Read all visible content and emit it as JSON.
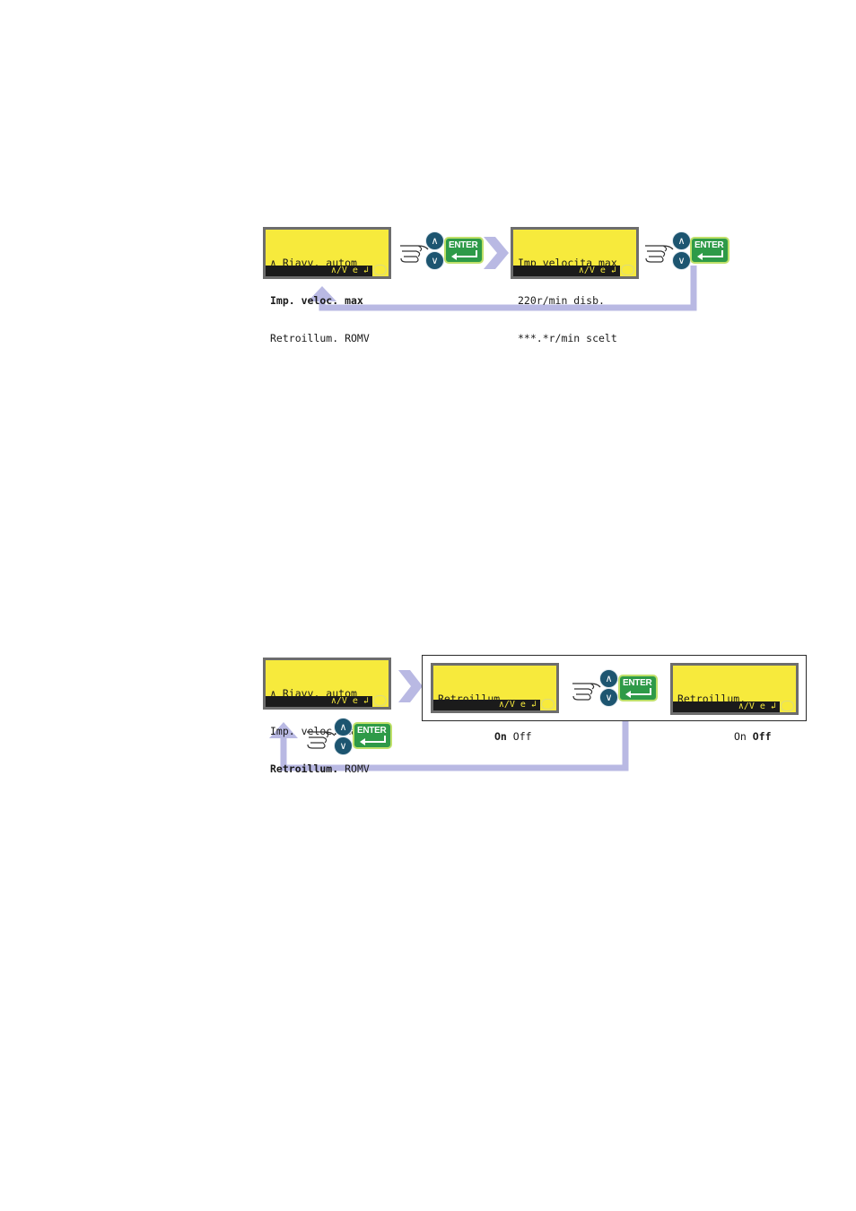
{
  "colors": {
    "lcd_background": "#f7ea3c",
    "lcd_border": "#6d6d6d",
    "arrow": "#b9b9e3",
    "nav_button": "#1d5570",
    "enter_button": "#2e9a48"
  },
  "icons": {
    "up": "up-arrow-icon",
    "down": "down-arrow-icon",
    "enter": "enter-icon",
    "hand": "pointing-hand-icon"
  },
  "diagram1": {
    "screen_menu": {
      "line1": "∧ Riavv. autom",
      "line2": "Imp. veloc. max",
      "line3": "Retroillum. ROMV",
      "footer": "∧/V e ↲"
    },
    "screen_speed": {
      "line1": "Imp velocita max",
      "line2": "220r/min disb.",
      "line3": "***.*r/min scelt",
      "footer": "∧/V e ↲"
    }
  },
  "diagram2": {
    "screen_menu": {
      "line1": "∧ Riavv. autom",
      "line2": "Imp. veloc. max",
      "line3_bold": "Retroillum.",
      "line3_rest": " ROMV",
      "footer": "∧/V e ↲"
    },
    "screen_on": {
      "line1": "Retroillum.",
      "opt_on": "On",
      "opt_off": "Off",
      "footer": "∧/V e ↲"
    },
    "screen_off": {
      "line1": "Retroillum.",
      "opt_on": "On",
      "opt_off": "Off",
      "footer": "∧/V e ↲"
    }
  },
  "buttons": {
    "up_glyph": "∧",
    "down_glyph": "∨",
    "enter_label": "ENTER"
  }
}
